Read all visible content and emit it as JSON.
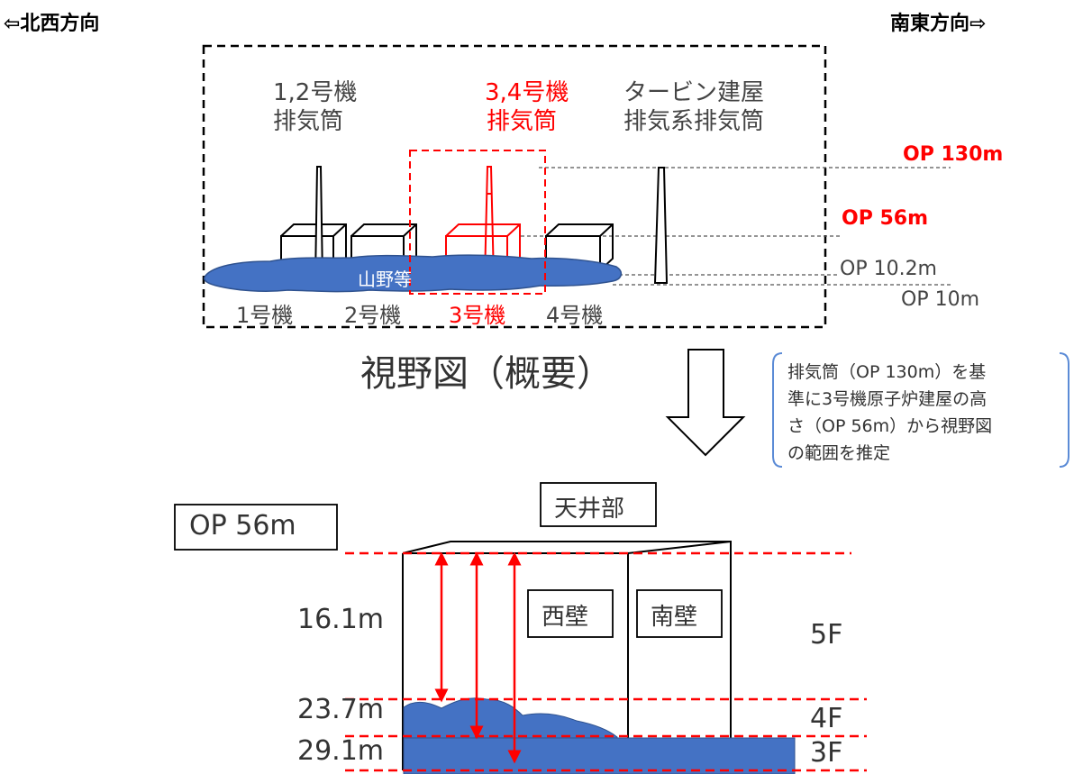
{
  "header": {
    "left_label": "⇦北西方向",
    "right_label": "南東方向⇨"
  },
  "view": {
    "stack_12_label": [
      "1,2号機",
      "排気筒"
    ],
    "stack_34_label": [
      "3,4号機",
      "排気筒"
    ],
    "turbine_stack_label": [
      "タービン建屋",
      "排気系排気筒"
    ],
    "op_130": "OP 130m",
    "op_56": "OP 56m",
    "op_10_2": "OP 10.2m",
    "op_10": "OP 10m",
    "mountain_label": "山野等",
    "unit_labels": [
      "1号機",
      "2号機",
      "3号機",
      "4号機"
    ],
    "caption": "視野図（概要）"
  },
  "note": {
    "text_lines": [
      "排気筒（OP 130m）を基",
      "準に3号機原子炉建屋の高",
      "さ（OP 56m）から視野図",
      "の範囲を推定"
    ]
  },
  "building": {
    "op_box": "OP 56m",
    "roof_label": "天井部",
    "west_wall": "西壁",
    "south_wall": "南壁",
    "heights": [
      "16.1m",
      "23.7m",
      "29.1m"
    ],
    "floors": [
      "5F",
      "4F",
      "3F"
    ]
  },
  "colors": {
    "accent_red": "#ff0000",
    "water_blue": "#4472c4",
    "note_border": "#5b8bd6",
    "text_gray": "#444444"
  }
}
